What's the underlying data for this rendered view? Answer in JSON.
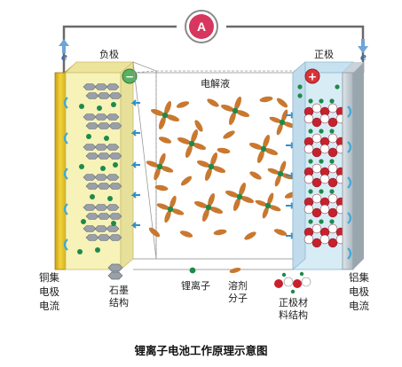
{
  "labels": {
    "meter": "A",
    "negative_electrode": "负极",
    "positive_electrode": "正极",
    "electrolyte": "电解液",
    "neg_terminal_sign": "−",
    "pos_terminal_sign": "+",
    "electron": "e",
    "copper_collector": "铜集电极电流",
    "aluminum_collector": "铝集电极电流",
    "graphite_structure": "石墨\n结构",
    "lithium_ion": "锂离子",
    "solvent_molecule": "溶剂\n分子",
    "cathode_structure": "正极材\n料结构",
    "caption": "锂离子电池工作原理示意图"
  },
  "colors": {
    "anode_fill": "#f7f2b8",
    "anode_face": "#e7e09a",
    "copper": "#e7c21f",
    "cathode_fill": "#d8ecf6",
    "aluminum": "#b8c4cc",
    "ion": "#1e8a4a",
    "ion_arrow": "#2f8fc9",
    "solvent": "#c9782f",
    "cathode_red": "#c8202c",
    "graphite": "#9aa0a8",
    "meter": "#d7365e",
    "neg_badge": "#58b060",
    "pos_badge": "#d8343a"
  },
  "icons": {
    "meter": "ammeter-icon",
    "neg_badge": "minus-badge-icon",
    "pos_badge": "plus-badge-icon",
    "electron_flow": "arrow-icon"
  }
}
